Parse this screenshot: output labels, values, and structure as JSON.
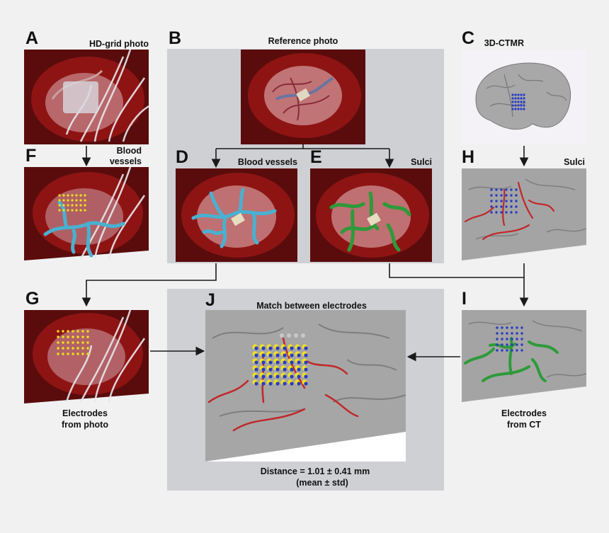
{
  "panels": {
    "A": {
      "letter": "A",
      "label": "HD-grid photo"
    },
    "B": {
      "letter": "B",
      "label": "Reference photo"
    },
    "C": {
      "letter": "C",
      "label": "3D-CTMR"
    },
    "D": {
      "letter": "D",
      "label": "Blood vessels"
    },
    "E": {
      "letter": "E",
      "label": "Sulci"
    },
    "F": {
      "letter": "F",
      "label_line1": "Blood",
      "label_line2": "vessels"
    },
    "G": {
      "letter": "G",
      "caption_line1": "Electrodes",
      "caption_line2": "from photo"
    },
    "H": {
      "letter": "H",
      "label": "Sulci"
    },
    "I": {
      "letter": "I",
      "caption_line1": "Electrodes",
      "caption_line2": "from CT"
    },
    "J": {
      "letter": "J",
      "label": "Match between electrodes",
      "result_line1": "Distance = 1.01 ± 0.41 mm",
      "result_line2": "(mean ± std)"
    }
  },
  "colors": {
    "tissue": "#8e1414",
    "vessels": "#4ab0d0",
    "sulci_green": "#2e9a3a",
    "sulci_red": "#c0282a",
    "electrode_blue": "#2a3cc0",
    "electrode_yellow": "#f0e020",
    "brain_gray": "#a8a8a8",
    "panel_bg": "#cfd0d4"
  }
}
